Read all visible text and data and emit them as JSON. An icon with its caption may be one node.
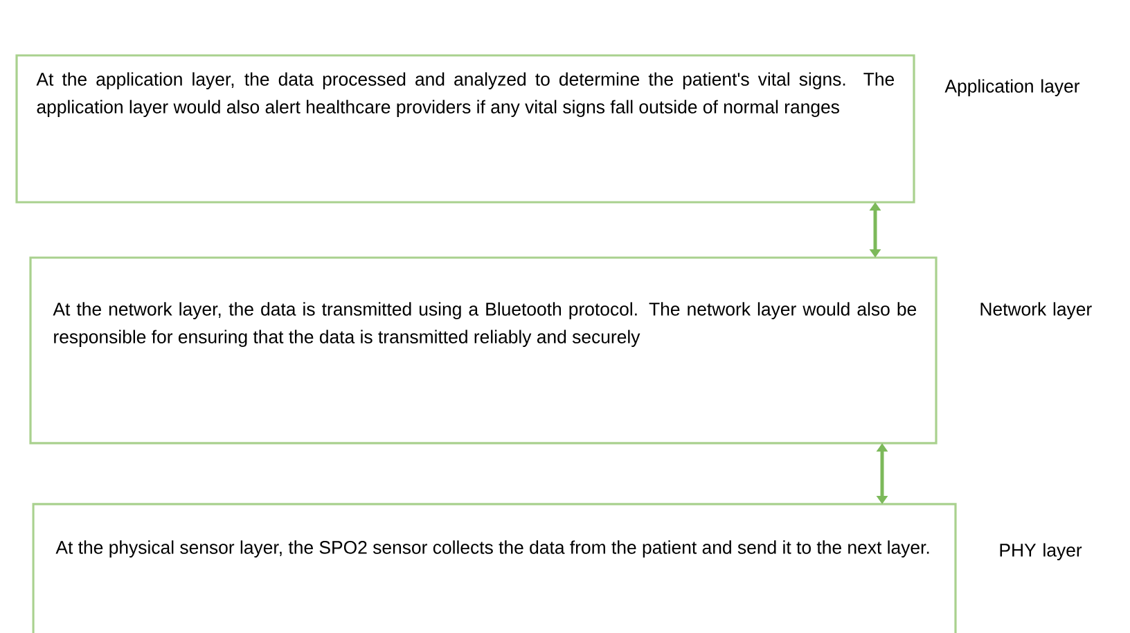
{
  "diagram": {
    "nodes": [
      {
        "text": [
          "At the application layer, the data processed and analyzed to determine the patient's vital signs. The application layer would also alert healthcare providers if any vital signs fall outside of normal ranges"
        ],
        "beside": [
          "Application layer"
        ]
      },
      {
        "text": [
          "At the network layer, the data is transmitted using a Bluetooth protocol. The network layer would also be responsible for ensuring that the data is transmitted reliably and securely"
        ],
        "beside": [
          "Network layer"
        ]
      },
      {
        "text": [
          "At the physical sensor layer, the SPO2 sensor collects the data from the patient and send it to the next layer."
        ],
        "beside": [
          "PHY layer"
        ]
      }
    ],
    "edges": [
      {
        "from": 0,
        "to": 1,
        "arrow": "both"
      },
      {
        "from": 1,
        "to": 2,
        "arrow": "both"
      }
    ]
  }
}
